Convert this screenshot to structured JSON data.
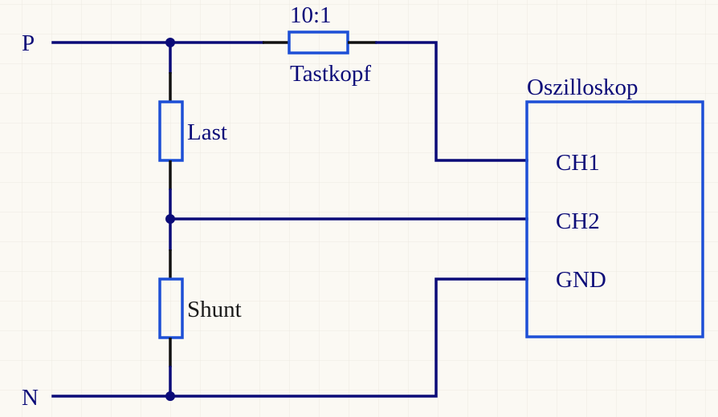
{
  "colors": {
    "background": "#fbf9f3",
    "grid": "#ece9e0",
    "wire": "#0b0b78",
    "component": "#1d4fd6",
    "text": "#0b0b78"
  },
  "terminals": {
    "p": "P",
    "n": "N"
  },
  "components": {
    "probe": {
      "ratio": "10:1",
      "name": "Tastkopf"
    },
    "load": {
      "name": "Last"
    },
    "shunt": {
      "name": "Shunt"
    }
  },
  "oscilloscope": {
    "title": "Oszilloskop",
    "channels": [
      "CH1",
      "CH2",
      "GND"
    ]
  }
}
